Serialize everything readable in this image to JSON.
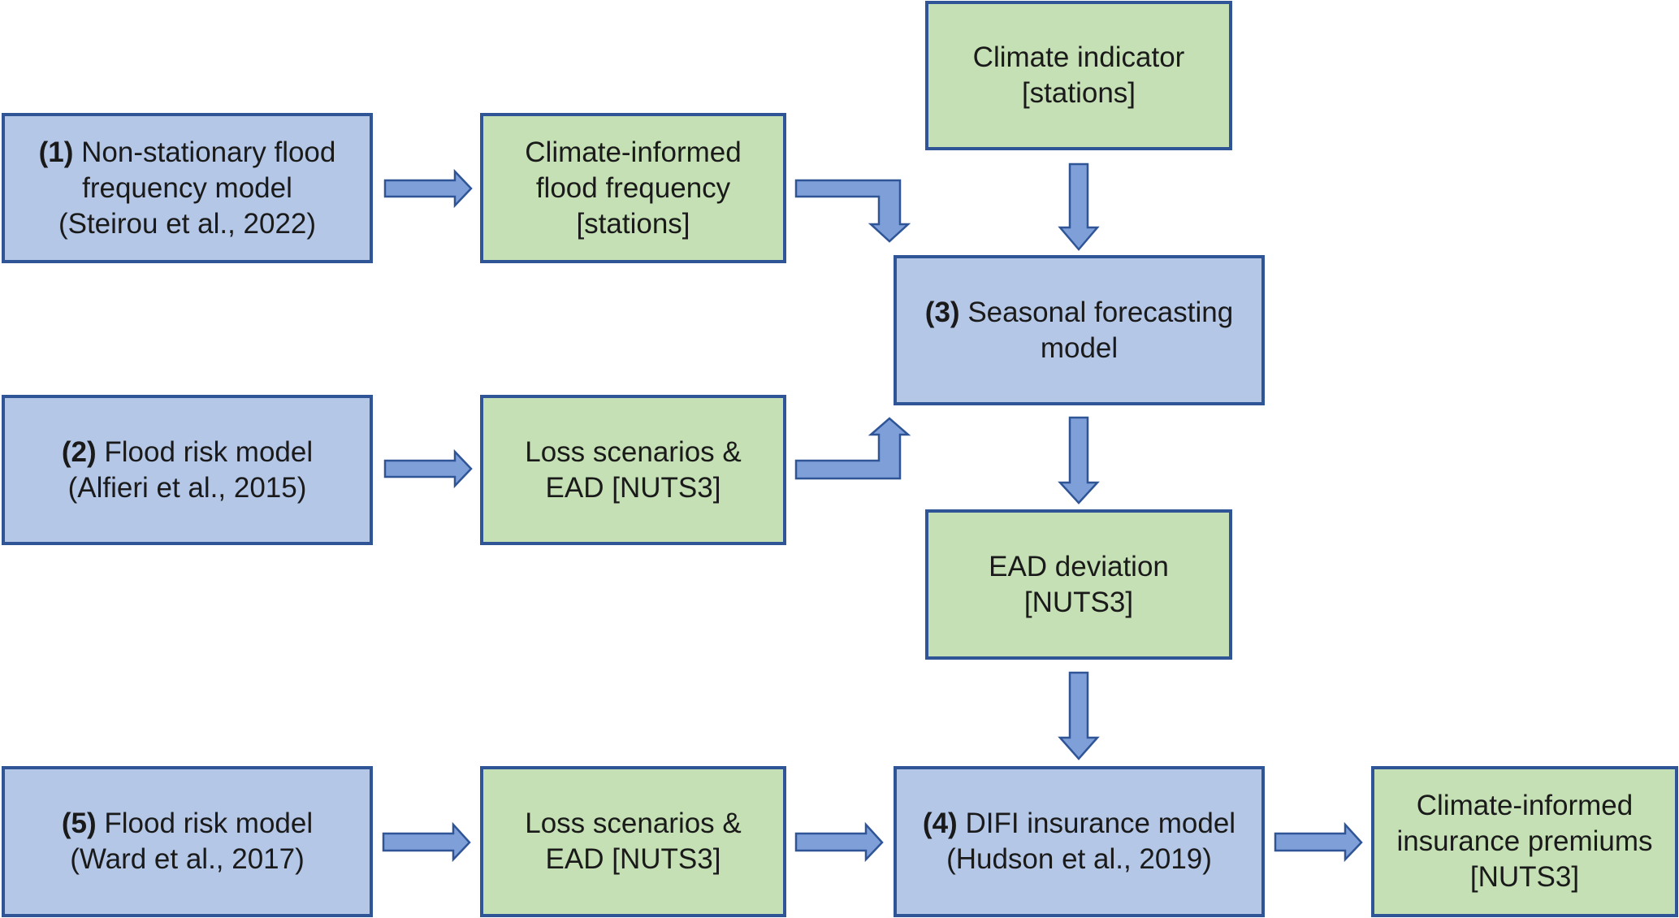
{
  "nodes": {
    "nonstationary_model": {
      "number": "(1)",
      "line1": "Non-stationary flood",
      "line2": "frequency model",
      "line3": "(Steirou et al., 2022)"
    },
    "climate_informed_frequency": {
      "line1": "Climate-informed",
      "line2": "flood frequency",
      "line3": "[stations]"
    },
    "climate_indicator": {
      "line1": "Climate indicator",
      "line2": "[stations]"
    },
    "flood_risk_model_2": {
      "number": "(2)",
      "line1": "Flood risk model",
      "line2": "(Alfieri et al., 2015)"
    },
    "loss_scenarios_2": {
      "line1": "Loss scenarios &",
      "line2": "EAD [NUTS3]"
    },
    "seasonal_forecasting": {
      "number": "(3)",
      "line1": "Seasonal forecasting",
      "line2": "model"
    },
    "ead_deviation": {
      "line1": "EAD deviation",
      "line2": "[NUTS3]"
    },
    "flood_risk_model_5": {
      "number": "(5)",
      "line1": "Flood risk model",
      "line2": "(Ward et al., 2017)"
    },
    "loss_scenarios_5": {
      "line1": "Loss scenarios &",
      "line2": "EAD [NUTS3]"
    },
    "difi_insurance": {
      "number": "(4)",
      "line1": "DIFI insurance model",
      "line2": "(Hudson et al., 2019)"
    },
    "insurance_premiums": {
      "line1": "Climate-informed",
      "line2": "insurance premiums",
      "line3": "[NUTS3]"
    }
  },
  "colors": {
    "model_fill": "#b4c7e7",
    "output_fill": "#c5e0b4",
    "border": "#2f5597",
    "arrow_fill": "#7f9fd9"
  }
}
